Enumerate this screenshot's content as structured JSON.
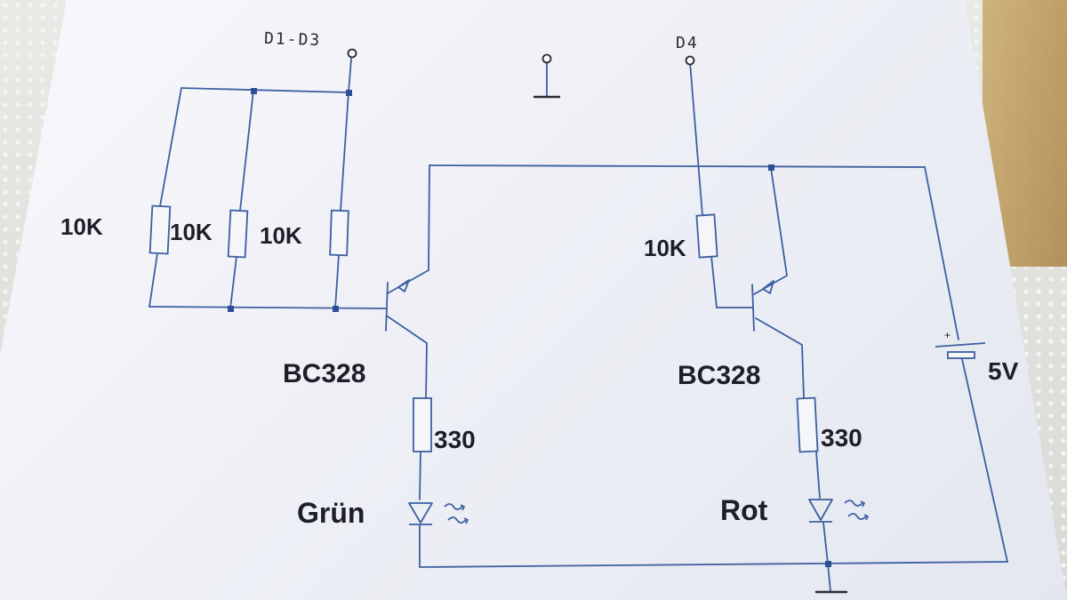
{
  "terminals": {
    "left": "D1-D3",
    "right": "D4"
  },
  "resistors": {
    "r1": "10K",
    "r2": "10K",
    "r3": "10K",
    "r4": "10K",
    "r_led_left": "330",
    "r_led_right": "330"
  },
  "transistors": {
    "left": "BC328",
    "right": "BC328"
  },
  "leds": {
    "left": "Grün",
    "right": "Rot"
  },
  "supply": {
    "voltage": "5V",
    "plus": "+"
  },
  "colors": {
    "wire": "#3d5fa0",
    "node": "#2c4f96",
    "text": "#1e1e28"
  }
}
